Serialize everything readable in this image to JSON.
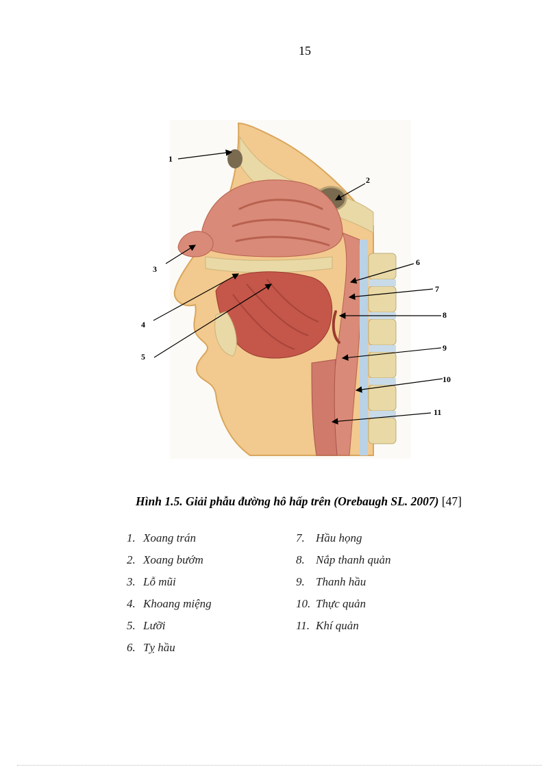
{
  "page_number": "15",
  "figure": {
    "callouts": [
      "1",
      "2",
      "3",
      "4",
      "5",
      "6",
      "7",
      "8",
      "9",
      "10",
      "11"
    ]
  },
  "caption": {
    "main": "Hình 1.5. Giải phẫu đường hô hấp trên (Orebaugh SL. 2007)",
    "ref": "[47]"
  },
  "legend": {
    "col1": [
      {
        "num": "1.",
        "text": "Xoang trán"
      },
      {
        "num": "2.",
        "text": "Xoang bướm"
      },
      {
        "num": "3.",
        "text": "Lỗ mũi"
      },
      {
        "num": "4.",
        "text": "Khoang miệng"
      },
      {
        "num": "5.",
        "text": "Lưỡi"
      },
      {
        "num": "6.",
        "text": "Tỵ hầu"
      }
    ],
    "col2": [
      {
        "num": "7.",
        "text": "Hầu họng"
      },
      {
        "num": "8.",
        "text": "Nắp thanh quản"
      },
      {
        "num": "9.",
        "text": "Thanh hầu"
      },
      {
        "num": "10.",
        "text": "Thực quản"
      },
      {
        "num": "11.",
        "text": "Khí quản"
      }
    ]
  },
  "colors": {
    "skin": "#f2c98e",
    "tissue": "#d98a78",
    "muscle": "#c4564a",
    "bone": "#e9d9a6",
    "vertebra": "#c9dbe9",
    "sinus": "#7a6a50"
  }
}
